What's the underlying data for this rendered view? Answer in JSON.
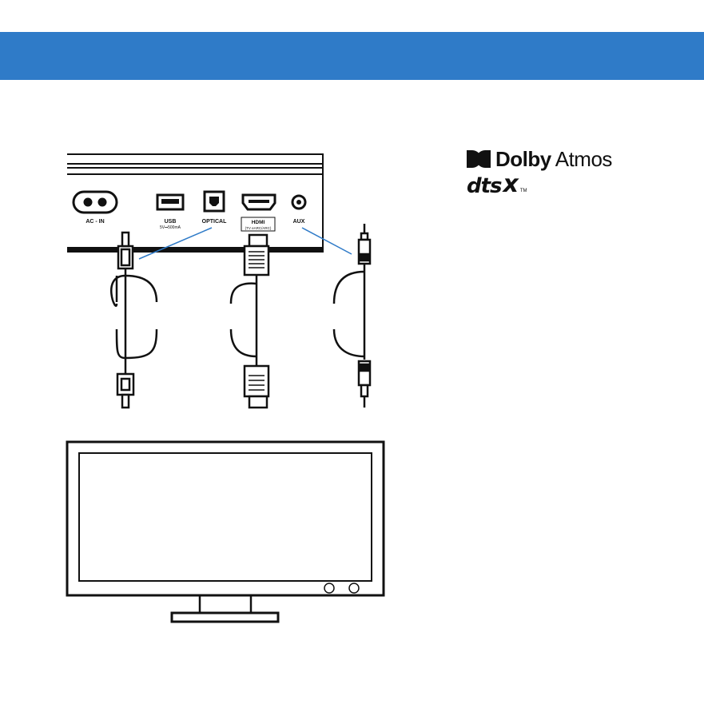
{
  "banner": {
    "color": "#2f7bc8"
  },
  "ports": {
    "ac_in": "AC - IN",
    "usb": "USB",
    "usb_rating": "5V⎓500mA",
    "optical": "OPTICAL",
    "hdmi": "HDMI",
    "hdmi_sub": "(TV eARC/ARC)",
    "aux": "AUX"
  },
  "logos": {
    "dolby_word1": "Dolby",
    "dolby_word2": "Atmos",
    "dts_word1": "dts",
    "dts_word2": "x",
    "dts_tm": "TM"
  },
  "colors": {
    "pointer_line": "#2f7bc8",
    "stroke": "#111111"
  },
  "icons": [
    "dolby-mark-icon",
    "ac-inlet-icon",
    "usb-port-icon",
    "optical-port-icon",
    "hdmi-port-icon",
    "aux-jack-icon",
    "tv-icon"
  ]
}
